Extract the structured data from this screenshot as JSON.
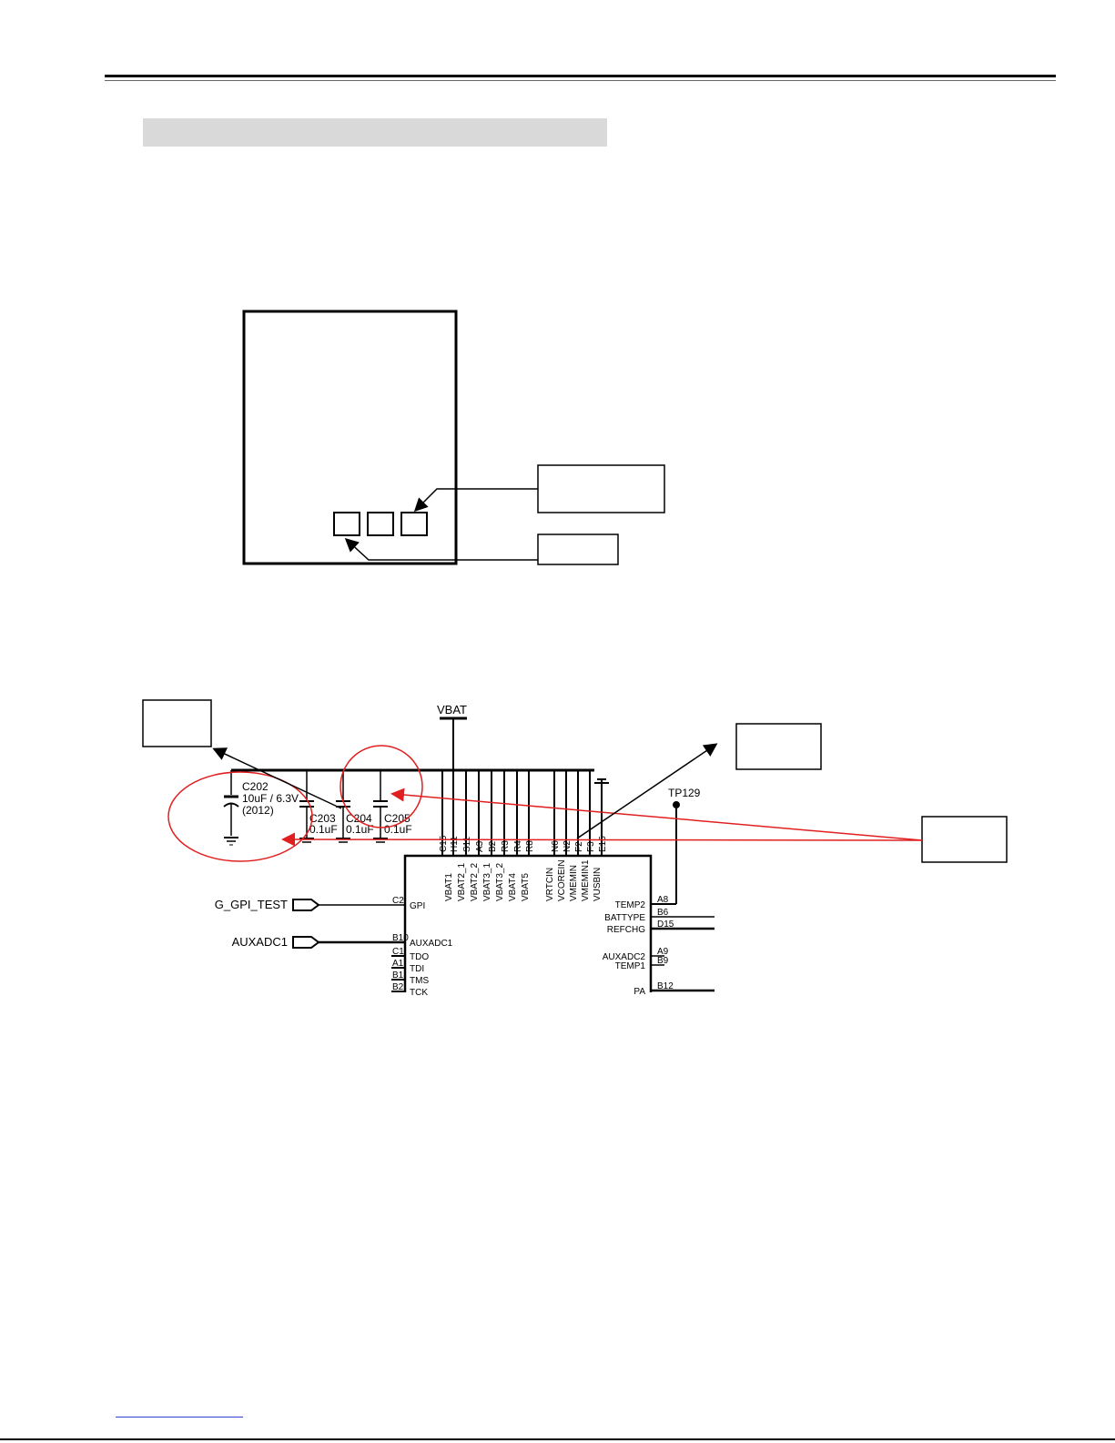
{
  "colors": {
    "annotation": "#e02020",
    "line": "#000000",
    "section_bar": "#d9d9d9",
    "footer_link": "#3040d0"
  },
  "schematic": {
    "supply": "VBAT",
    "testpoint": "TP129",
    "capacitors": [
      {
        "ref": "C202",
        "value": "10uF / 6.3V",
        "size": "(2012)"
      },
      {
        "ref": "C203",
        "value": "0.1uF"
      },
      {
        "ref": "C204",
        "value": "0.1uF"
      },
      {
        "ref": "C205",
        "value": "0.1uF"
      }
    ],
    "top_pin_numbers": [
      "C15",
      "H11",
      "S11",
      "A3",
      "B2",
      "R3",
      "R4",
      "R8",
      "N6",
      "N2",
      "F2",
      "F3",
      "E15"
    ],
    "top_pin_names": [
      "VBAT1",
      "VBAT2_1",
      "VBAT2_2",
      "VBAT3_1",
      "VBAT3_2",
      "VBAT4",
      "VBAT5",
      "VRTCIN",
      "VCOREIN",
      "VMEMIN",
      "VMEMIN1",
      "VUSBIN"
    ],
    "left_pins": [
      {
        "num": "C2",
        "name": "GPI"
      },
      {
        "num": "B10",
        "name": "AUXADC1"
      },
      {
        "num": "C1",
        "name": "TDO"
      },
      {
        "num": "A1",
        "name": "TDI"
      },
      {
        "num": "B1",
        "name": "TMS"
      },
      {
        "num": "B2",
        "name": "TCK"
      }
    ],
    "right_pins": [
      {
        "num": "A8",
        "name": "TEMP2"
      },
      {
        "num": "B6",
        "name": "BATTYPE"
      },
      {
        "num": "D15",
        "name": "REFCHG"
      },
      {
        "num": "A9",
        "name": "AUXADC2"
      },
      {
        "num": "B9",
        "name": "TEMP1"
      },
      {
        "num": "B12",
        "name": "PA"
      }
    ],
    "ports": [
      {
        "name": "G_GPI_TEST"
      },
      {
        "name": "AUXADC1"
      }
    ]
  }
}
